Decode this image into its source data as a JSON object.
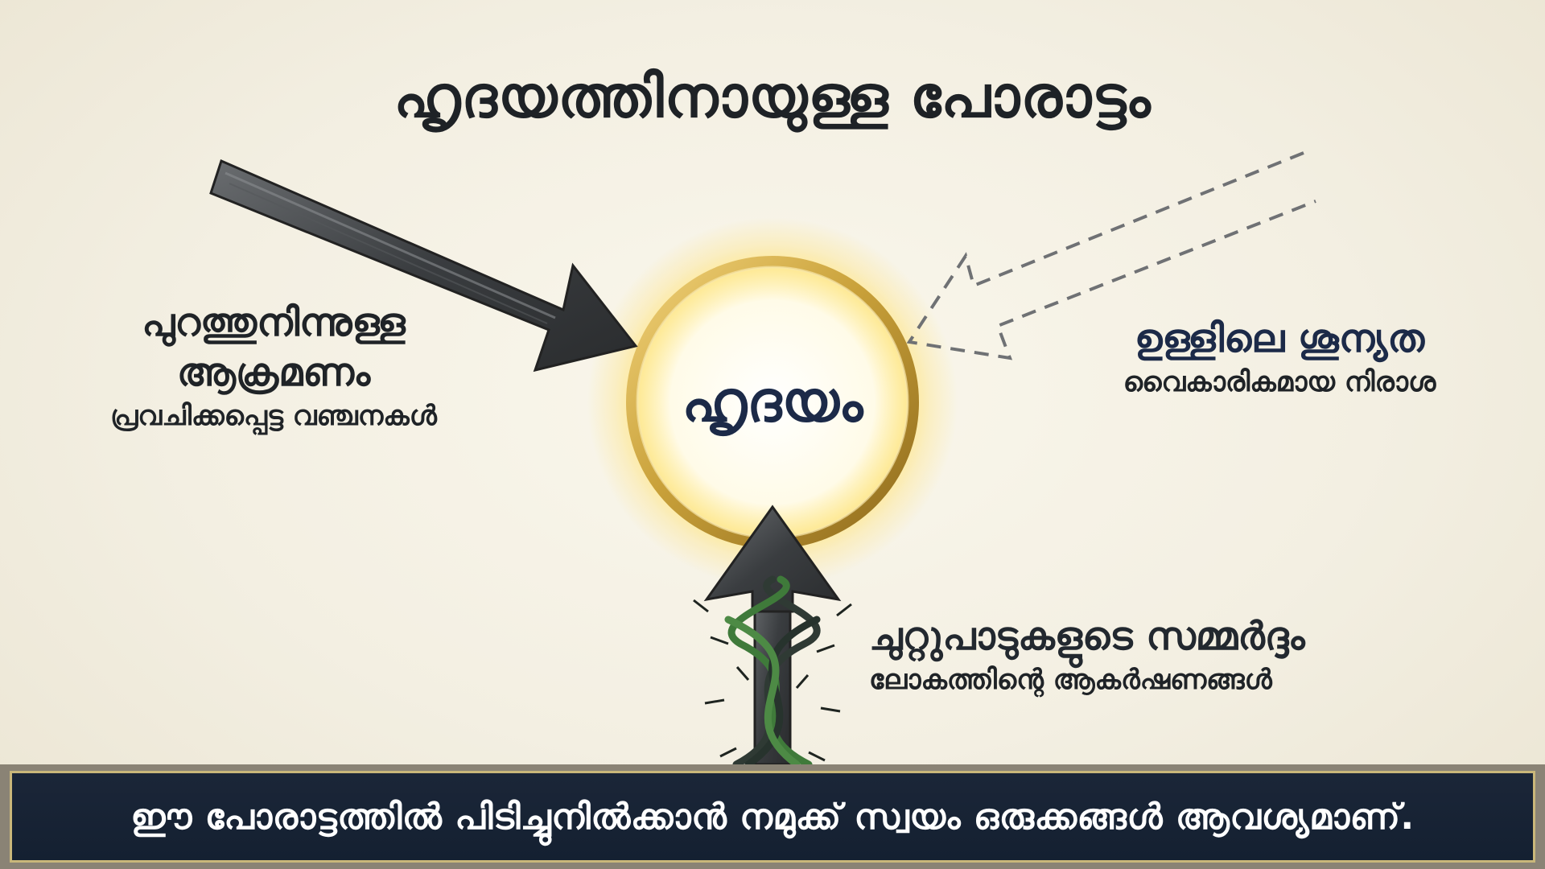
{
  "title": "ഹൃദയത്തിനായുള്ള പോരാട്ടം",
  "center_label": "ഹൃദയം",
  "left": {
    "heading_line1": "പുറത്തുനിന്നുള്ള",
    "heading_line2": "ആക്രമണം",
    "subtitle": "പ്രവചിക്കപ്പെട്ട വഞ്ചനകൾ"
  },
  "right": {
    "heading": "ഉള്ളിലെ ശൂന്യത",
    "subtitle": "വൈകാരികമായ നിരാശ"
  },
  "bottom": {
    "heading": "ചുറ്റുപാടുകളുടെ സമ്മർദ്ദം",
    "subtitle": "ലോകത്തിന്റെ ആകർഷണങ്ങൾ"
  },
  "banner": "ഈ പോരാട്ടത്തിൽ പിടിച്ചുനിൽക്കാൻ നമുക്ക് സ്വയം ഒരുക്കങ്ങൾ ആവശ്യമാണ്.",
  "colors": {
    "background": "#f3efe2",
    "ring_gold": "#c9a13a",
    "glow": "#ffe27a",
    "arrow_dark": "#3a3d40",
    "vine_green": "#3f7a3a",
    "banner_bg": "#17233a",
    "banner_border": "#c9b77a"
  }
}
